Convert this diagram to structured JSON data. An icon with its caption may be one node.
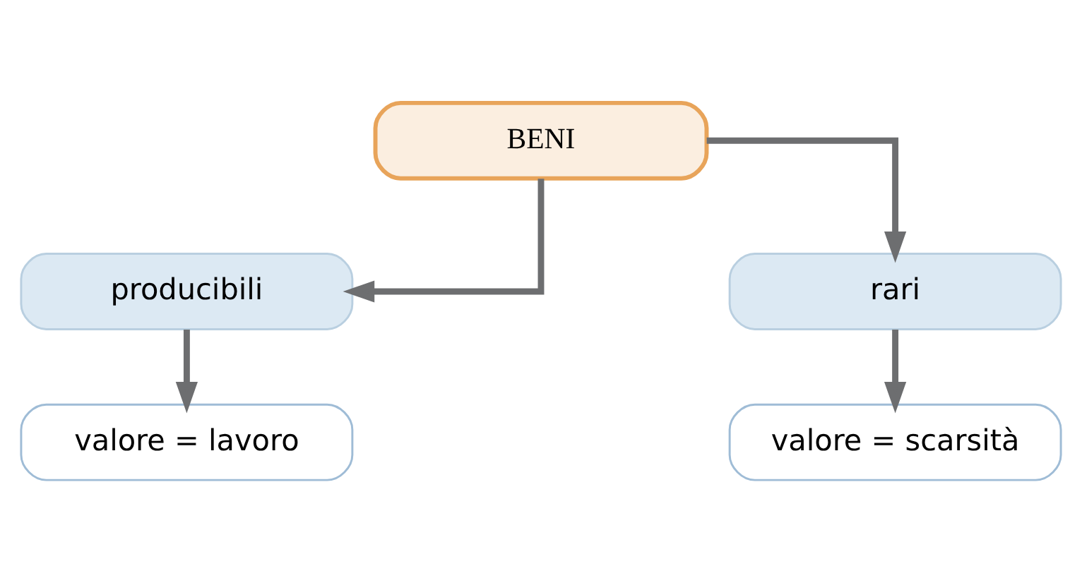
{
  "diagram": {
    "nodes": [
      {
        "text": [
          "BENI"
        ]
      },
      {
        "text": [
          "producibili"
        ]
      },
      {
        "text": [
          "rari"
        ]
      },
      {
        "text": [
          "valore = lavoro"
        ]
      },
      {
        "text": [
          "valore = scarsità"
        ]
      }
    ],
    "edges": [
      {
        "from": 0,
        "to": 1,
        "arrow": "to"
      },
      {
        "from": 0,
        "to": 2,
        "arrow": "to"
      },
      {
        "from": 1,
        "to": 3,
        "arrow": "to"
      },
      {
        "from": 2,
        "to": 4,
        "arrow": "to"
      }
    ]
  }
}
